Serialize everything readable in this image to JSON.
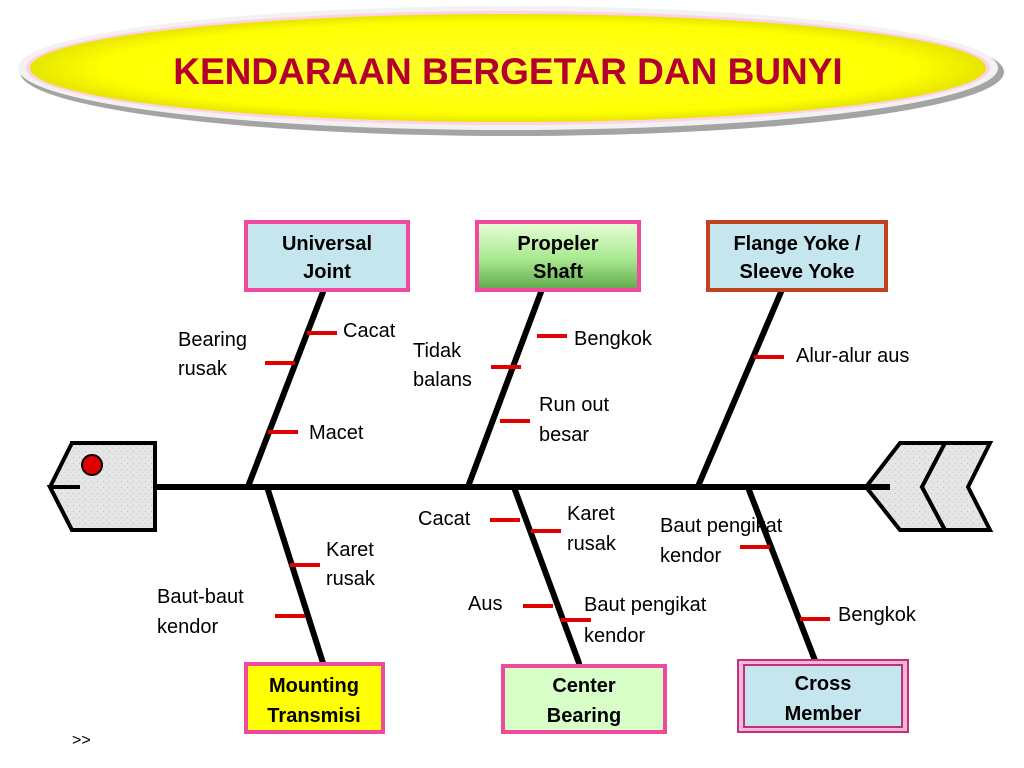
{
  "title": "KENDARAAN BERGETAR DAN BUNYI",
  "colors": {
    "title_text": "#b3002d",
    "ellipse_fill": "#ffff00",
    "tick": "#e00000",
    "spine": "#000000"
  },
  "categories": {
    "universal_joint": {
      "line1": "Universal",
      "line2": "Joint"
    },
    "propeler_shaft": {
      "line1": "Propeler",
      "line2": "Shaft"
    },
    "flange_yoke": {
      "line1": "Flange Yoke /",
      "line2": "Sleeve Yoke"
    },
    "mounting_transmisi": {
      "line1": "Mounting",
      "line2": "Transmisi"
    },
    "center_bearing": {
      "line1": "Center",
      "line2": "Bearing"
    },
    "cross_member": {
      "line1": "Cross",
      "line2": "Member"
    }
  },
  "causes": {
    "uj_cacat": "Cacat",
    "uj_bearing_l1": "Bearing",
    "uj_bearing_l2": "rusak",
    "uj_macet": "Macet",
    "ps_bengkok": "Bengkok",
    "ps_tidak_l1": "Tidak",
    "ps_tidak_l2": "balans",
    "ps_runout_l1": "Run out",
    "ps_runout_l2": "besar",
    "fy_alur": "Alur-alur aus",
    "mt_karet_l1": "Karet",
    "mt_karet_l2": "rusak",
    "mt_baut_l1": "Baut-baut",
    "mt_baut_l2": "kendor",
    "cb_cacat": "Cacat",
    "cb_karet_l1": "Karet",
    "cb_karet_l2": "rusak",
    "cb_aus": "Aus",
    "cb_baut_l1": "Baut pengikat",
    "cb_baut_l2": "kendor",
    "cm_baut_l1": "Baut pengikat",
    "cm_baut_l2": "kendor",
    "cm_bengkok": "Bengkok"
  },
  "nav": ">>"
}
